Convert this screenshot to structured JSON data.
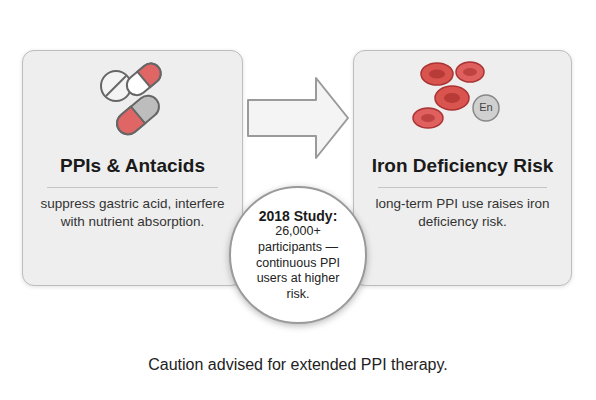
{
  "diagram": {
    "caption": "Caution advised for extended PPI therapy.",
    "nodes": [
      {
        "text": [
          "PPIs & Antacids",
          "suppress gastric acid, interfere with nutrient absorption."
        ]
      },
      {
        "text": [
          "Iron Deficiency Risk",
          "long-term PPI use raises iron deficiency risk."
        ]
      },
      {
        "text": [
          "2018 Study:",
          "26,000+ participants — continuous PPI users at higher risk."
        ]
      }
    ],
    "edges": [
      {
        "from": 0,
        "to": 1,
        "arrow": "to"
      }
    ],
    "labels": [
      "En"
    ]
  }
}
